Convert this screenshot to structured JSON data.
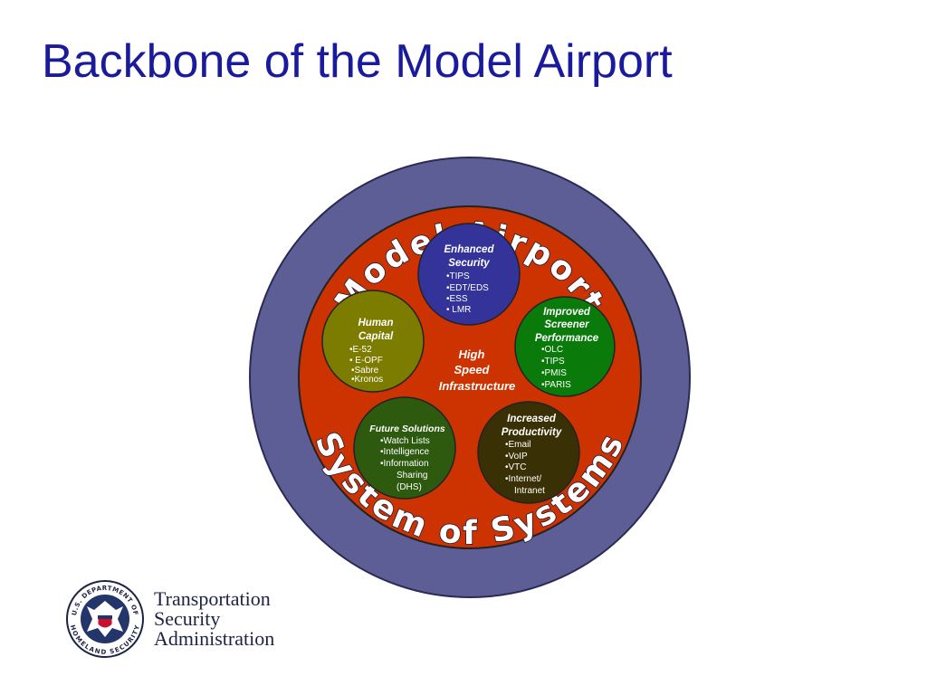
{
  "slide": {
    "title": "Backbone of the Model Airport"
  },
  "diagram": {
    "outer_ring_top_text": "Model Airport",
    "outer_ring_bottom_text": "System of Systems",
    "center": {
      "lines": [
        "High",
        "Speed",
        "Infrastructure"
      ]
    },
    "nodes": [
      {
        "id": "enhanced-security",
        "title_lines": [
          "Enhanced",
          "Security"
        ],
        "items": [
          "•TIPS",
          "•EDT/EDS",
          "•ESS",
          "• LMR"
        ],
        "color": "#333399"
      },
      {
        "id": "improved-screener-performance",
        "title_lines": [
          "Improved",
          "Screener",
          "Performance"
        ],
        "items": [
          "•OLC",
          "•TIPS",
          "•PMIS",
          "•PARIS"
        ],
        "color": "#0a7a0a"
      },
      {
        "id": "human-capital",
        "title_lines": [
          "Human",
          "Capital"
        ],
        "items": [
          "•E-52",
          "• E-OPF",
          "•Sabre",
          "•Kronos"
        ],
        "color": "#7c7c00"
      },
      {
        "id": "future-solutions",
        "title_lines": [
          "Future Solutions"
        ],
        "items": [
          "•Watch Lists",
          "•Intelligence",
          "•Information",
          "Sharing",
          "(DHS)"
        ],
        "color": "#2d5a0f"
      },
      {
        "id": "increased-productivity",
        "title_lines": [
          "Increased",
          "Productivity"
        ],
        "items": [
          "•Email",
          "•VoIP",
          "•VTC",
          "•Internet/",
          "Intranet"
        ],
        "color": "#3a3006"
      }
    ],
    "colors": {
      "outer_ring": "#5e5e96",
      "inner_disc": "#cc3300",
      "ring_text_fill": "#ffffff"
    }
  },
  "logo": {
    "seal_text_top": "U.S. DEPARTMENT OF",
    "seal_text_bottom": "HOMELAND SECURITY",
    "wordmark_lines": [
      "Transportation",
      "Security",
      "Administration"
    ]
  }
}
